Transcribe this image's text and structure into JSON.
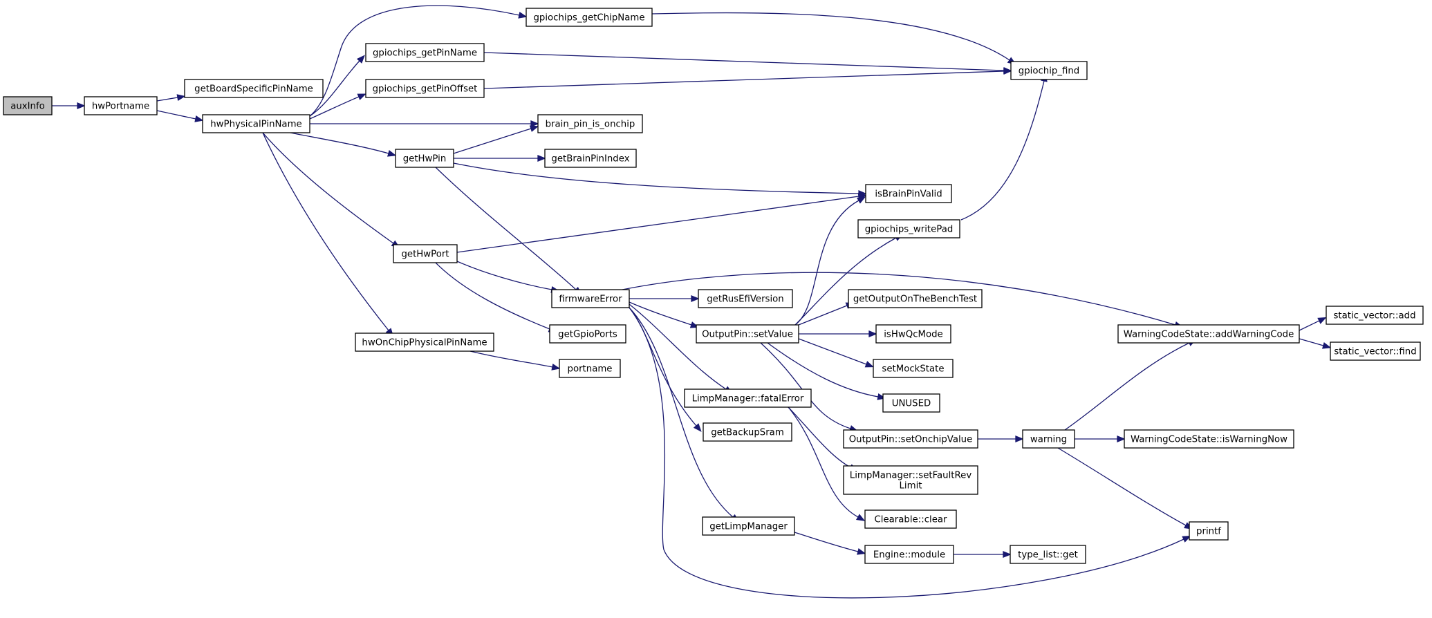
{
  "graph": {
    "colors": {
      "edge": "#191970",
      "root_fill": "#bfbfbf",
      "node_fill": "#ffffff",
      "node_border": "#000000"
    },
    "nodes": {
      "auxInfo": "auxInfo",
      "hwPortname": "hwPortname",
      "getBoardSpecificPinName": "getBoardSpecificPinName",
      "hwPhysicalPinName": "hwPhysicalPinName",
      "gpiochips_getChipName": "gpiochips_getChipName",
      "gpiochips_getPinName": "gpiochips_getPinName",
      "gpiochips_getPinOffset": "gpiochips_getPinOffset",
      "gpiochip_find": "gpiochip_find",
      "brain_pin_is_onchip": "brain_pin_is_onchip",
      "getHwPin": "getHwPin",
      "getBrainPinIndex": "getBrainPinIndex",
      "isBrainPinValid": "isBrainPinValid",
      "gpiochips_writePad": "gpiochips_writePad",
      "getHwPort": "getHwPort",
      "firmwareError": "firmwareError",
      "getRusEfiVersion": "getRusEfiVersion",
      "getOutputOnTheBenchTest": "getOutputOnTheBenchTest",
      "OutputPin_setValue": "OutputPin::setValue",
      "isHwQcMode": "isHwQcMode",
      "setMockState": "setMockState",
      "UNUSED": "UNUSED",
      "getGpioPorts": "getGpioPorts",
      "hwOnChipPhysicalPinName": "hwOnChipPhysicalPinName",
      "portname": "portname",
      "LimpManager_fatalError": "LimpManager::fatalError",
      "getBackupSram": "getBackupSram",
      "OutputPin_setOnchipValue": "OutputPin::setOnchipValue",
      "warning": "warning",
      "WarningCodeState_isWarningNow": "WarningCodeState::isWarningNow",
      "WarningCodeState_addWarningCode": "WarningCodeState::addWarningCode",
      "static_vector_add": "static_vector::add",
      "static_vector_find": "static_vector::find",
      "LimpManager_setFaultRevLimit": [
        "LimpManager::setFaultRev",
        "Limit"
      ],
      "Clearable_clear": "Clearable::clear",
      "getLimpManager": "getLimpManager",
      "Engine_module": "Engine::module",
      "type_list_get": "type_list::get",
      "printf": "printf"
    }
  }
}
